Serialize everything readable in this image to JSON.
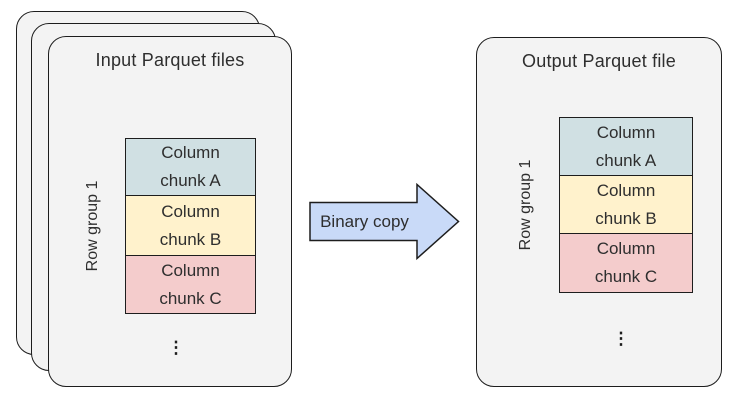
{
  "diagram": {
    "input_stack": {
      "title": "Input Parquet files",
      "row_group_label": "Row group 1",
      "chunks": [
        {
          "line1": "Column",
          "line2": "chunk A",
          "color": "#d0e0e3"
        },
        {
          "line1": "Column",
          "line2": "chunk B",
          "color": "#fff2cc"
        },
        {
          "line1": "Column",
          "line2": "chunk C",
          "color": "#f4cccc"
        }
      ],
      "ellipsis": "⋮"
    },
    "arrow": {
      "label": "Binary copy",
      "color": "#c9daf8"
    },
    "output_card": {
      "title": "Output Parquet file",
      "row_group_label": "Row group 1",
      "chunks": [
        {
          "line1": "Column",
          "line2": "chunk A",
          "color": "#d0e0e3"
        },
        {
          "line1": "Column",
          "line2": "chunk B",
          "color": "#fff2cc"
        },
        {
          "line1": "Column",
          "line2": "chunk C",
          "color": "#f4cccc"
        }
      ],
      "ellipsis": "⋮"
    },
    "colors": {
      "card_background": "#f3f3f3",
      "outline": "#1d1d1d"
    }
  }
}
